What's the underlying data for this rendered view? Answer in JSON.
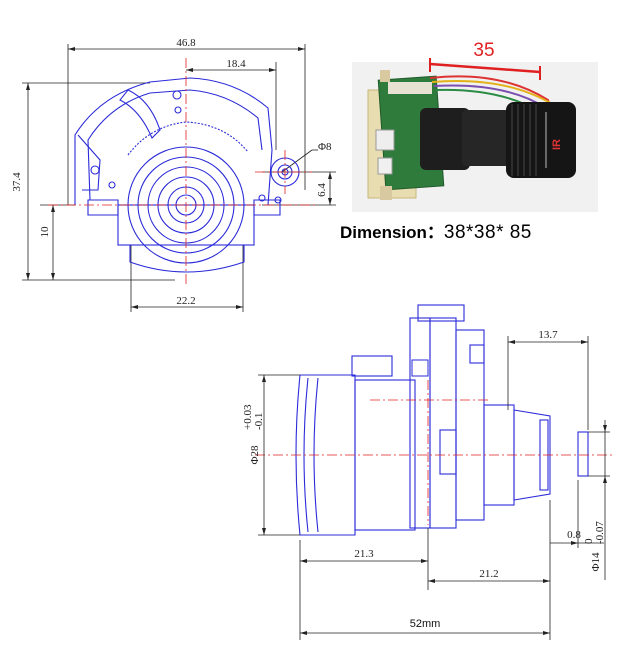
{
  "top_drawing": {
    "width_overall": "46.8",
    "width_partial": "18.4",
    "height_overall": "37.4",
    "offset_left": "10",
    "bottom_width": "22.2",
    "hole_diameter": "Φ8",
    "hole_offset": "6.4"
  },
  "photo": {
    "label": "35",
    "lens_text": "IR"
  },
  "caption": {
    "label": "Dimension：",
    "value": "38*38* 85"
  },
  "side_drawing": {
    "diameter_main": "Φ28",
    "diameter_main_tol_upper": "+0.03",
    "diameter_main_tol_lower": "-0.1",
    "top_right_width": "13.7",
    "left_span": "21.3",
    "right_span": "21.2",
    "small_gap": "0.8",
    "diameter_rear": "Φ14",
    "diameter_rear_tol_upper": "0",
    "diameter_rear_tol_lower": "-0.07",
    "overall_length": "52mm"
  },
  "colors": {
    "outline": "#2b2bd9",
    "centerline": "#e02020",
    "annotation_red": "#e02020",
    "dimension_line": "#222222"
  }
}
